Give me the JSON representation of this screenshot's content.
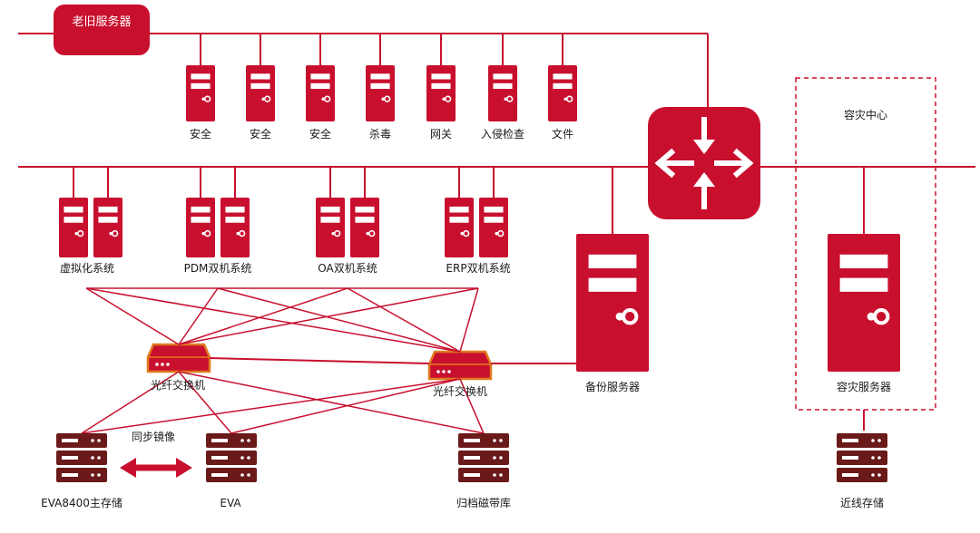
{
  "colors": {
    "accent": "#c8102e",
    "accent_dark": "#9e0d22",
    "switch_orange": "#e07a1f",
    "storage_dark": "#6b1a1a"
  },
  "legacy_server": {
    "label": "老旧服务器"
  },
  "security_servers": [
    {
      "label": "安全",
      "icon": "tower-server-icon"
    },
    {
      "label": "安全",
      "icon": "tower-server-icon"
    },
    {
      "label": "安全",
      "icon": "tower-server-icon"
    },
    {
      "label": "杀毒",
      "icon": "tower-server-icon"
    },
    {
      "label": "网关",
      "icon": "tower-server-icon"
    },
    {
      "label": "入侵检查",
      "icon": "tower-server-icon"
    },
    {
      "label": "文件",
      "icon": "tower-server-icon"
    }
  ],
  "cluster_groups": [
    {
      "label": "虚拟化系统",
      "icon": "server-pair-icon"
    },
    {
      "label": "PDM双机系统",
      "icon": "server-pair-icon"
    },
    {
      "label": "OA双机系统",
      "icon": "server-pair-icon"
    },
    {
      "label": "ERP双机系统",
      "icon": "server-pair-icon"
    }
  ],
  "router": {
    "icon": "router-arrows-icon"
  },
  "backup_server": {
    "label": "备份服务器",
    "icon": "tower-server-icon"
  },
  "dr_center": {
    "title": "容灾中心",
    "server_label": "容灾服务器"
  },
  "fiber_switches": [
    {
      "label": "光纤交换机",
      "icon": "fiber-switch-icon"
    },
    {
      "label": "光纤交换机",
      "icon": "fiber-switch-icon"
    }
  ],
  "storage": {
    "primary": {
      "label": "EVA8400主存储",
      "icon": "rack-storage-icon"
    },
    "mirror": {
      "label": "EVA",
      "icon": "rack-storage-icon"
    },
    "tape": {
      "label": "归档磁带库",
      "icon": "rack-storage-icon"
    },
    "nearline": {
      "label": "近线存储",
      "icon": "rack-storage-icon"
    }
  },
  "sync_label": "同步镜像"
}
